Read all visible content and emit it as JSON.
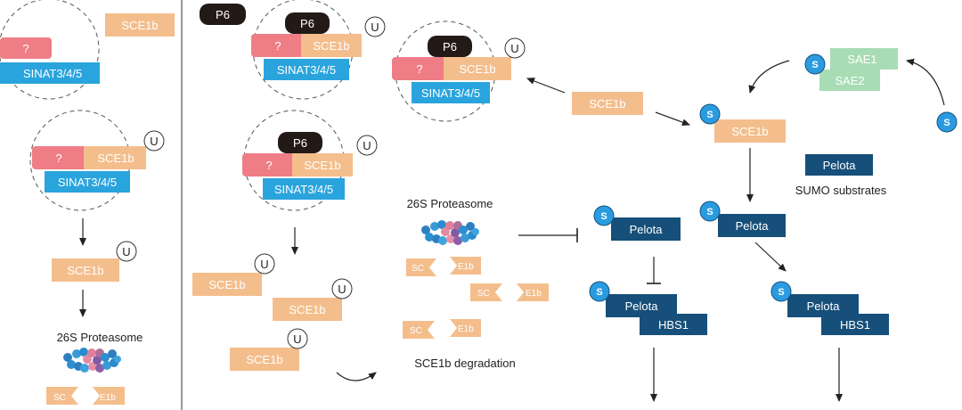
{
  "colors": {
    "sce1b": "#f4be8c",
    "sinat": "#2aa4dd",
    "unknown": "#ef7d86",
    "p6": "#231a18",
    "pelota": "#164f79",
    "sae": "#a8dcb4",
    "sumo": "#2a9be0"
  },
  "labels": {
    "sce1b": "SCE1b",
    "sinat": "SINAT3/4/5",
    "unknown": "?",
    "p6": "P6",
    "ubiquitin": "U",
    "sumo": "S",
    "pelota": "Pelota",
    "hbs1": "HBS1",
    "sae1": "SAE1",
    "sae2": "SAE2",
    "proteasome": "26S Proteasome",
    "degradation": "SCE1b degradation",
    "sumo_substrates": "SUMO substrates",
    "frag_a": "SC",
    "frag_b": "E1b"
  }
}
